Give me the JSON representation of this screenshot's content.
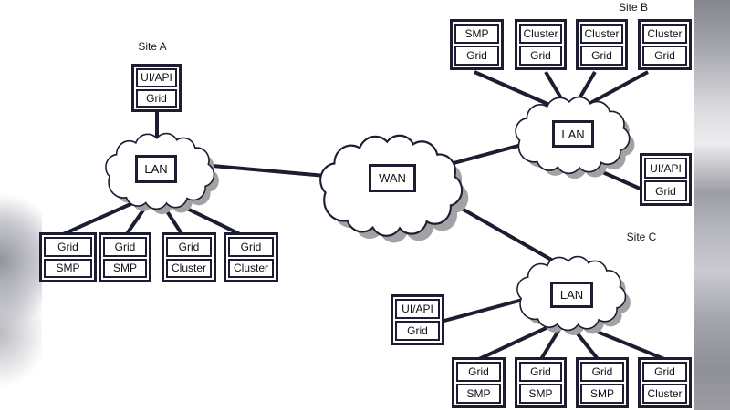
{
  "wan": {
    "label": "WAN"
  },
  "sites": {
    "a": {
      "label": "Site A",
      "lan": "LAN",
      "uiapi": {
        "top": "UI/API",
        "bottom": "Grid"
      },
      "nodes": [
        {
          "top": "Grid",
          "bottom": "SMP"
        },
        {
          "top": "Grid",
          "bottom": "SMP"
        },
        {
          "top": "Grid",
          "bottom": "Cluster"
        },
        {
          "top": "Grid",
          "bottom": "Cluster"
        }
      ]
    },
    "b": {
      "label": "Site B",
      "lan": "LAN",
      "uiapi": {
        "top": "UI/API",
        "bottom": "Grid"
      },
      "nodes": [
        {
          "top": "SMP",
          "bottom": "Grid"
        },
        {
          "top": "Cluster",
          "bottom": "Grid"
        },
        {
          "top": "Cluster",
          "bottom": "Grid"
        },
        {
          "top": "Cluster",
          "bottom": "Grid"
        }
      ]
    },
    "c": {
      "label": "Site C",
      "lan": "LAN",
      "uiapi": {
        "top": "UI/API",
        "bottom": "Grid"
      },
      "nodes": [
        {
          "top": "Grid",
          "bottom": "SMP"
        },
        {
          "top": "Grid",
          "bottom": "SMP"
        },
        {
          "top": "Grid",
          "bottom": "SMP"
        },
        {
          "top": "Grid",
          "bottom": "Cluster"
        }
      ]
    }
  },
  "colors": {
    "line": "#1d1d31",
    "cloud_shadow": "#a2a2a4",
    "cloud_fill": "#ffffff"
  }
}
